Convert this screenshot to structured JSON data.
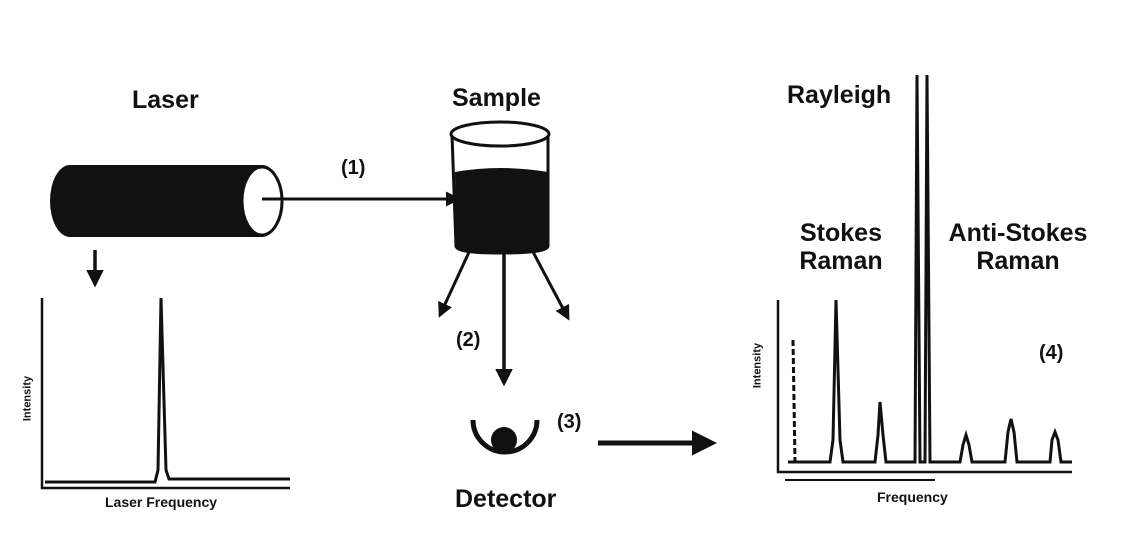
{
  "labels": {
    "laser": "Laser",
    "sample": "Sample",
    "detector": "Detector",
    "rayleigh": "Rayleigh",
    "stokes_raman": [
      "Stokes",
      "Raman"
    ],
    "anti_stokes_raman": [
      "Anti-Stokes",
      "Raman"
    ]
  },
  "steps": {
    "step1": "(1)",
    "step2": "(2)",
    "step3": "(3)",
    "step4": "(4)"
  },
  "laser_plot": {
    "ylabel": "Intensity",
    "xlabel": "Laser Frequency"
  },
  "raman_plot": {
    "ylabel": "Intensity",
    "xlabel": "Frequency"
  },
  "colors": {
    "ink": "#111111",
    "background": "#ffffff"
  }
}
